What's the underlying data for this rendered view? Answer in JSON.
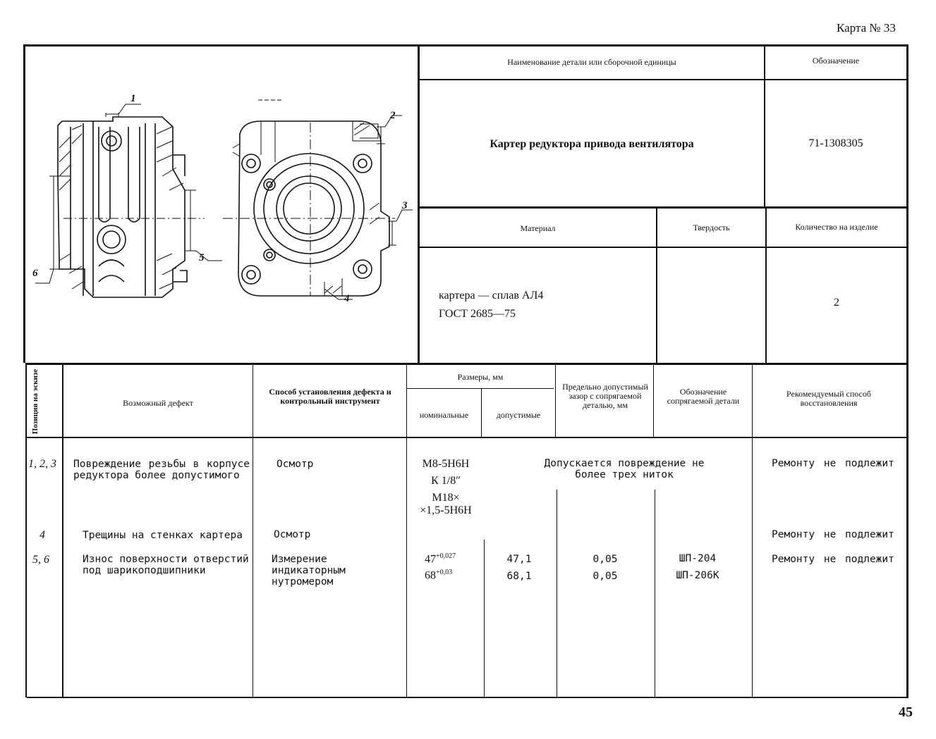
{
  "card_title": "Карта № 33",
  "page_number": "45",
  "header": {
    "name_label": "Наименование детали или сборочной единицы",
    "designation_label": "Обозначение",
    "part_name": "Картер редуктора привода вентилятора",
    "designation": "71-1308305",
    "material_label": "Материал",
    "hardness_label": "Твердость",
    "quantity_label": "Количество на изделие",
    "material_line1": "картера — сплав АЛ4",
    "material_line2": "ГОСТ 2685—75",
    "hardness": "",
    "quantity": "2"
  },
  "sketch_labels": [
    "1",
    "2",
    "3",
    "4",
    "5",
    "6"
  ],
  "table": {
    "col_position": "Позиция на эскизе",
    "col_defect": "Возможный дефект",
    "col_method": "Способ установления дефекта и контрольный инструмент",
    "col_sizes": "Размеры, мм",
    "col_nominal": "номинальные",
    "col_allowed": "допустимые",
    "col_clearance": "Предельно допустимый зазор с сопрягаемой деталью, мм",
    "col_mating": "Обозначение сопрягаемой детали",
    "col_recommend": "Рекомендуемый способ восстановления",
    "rows": [
      {
        "position": "1, 2, 3",
        "defect": "Повреждение резьбы в корпусе редуктора более допустимого",
        "method": "Осмотр",
        "nominal_1": "М8-5Н6Н",
        "nominal_2": "К 1/8″",
        "nominal_3": "М18×",
        "nominal_4": "×1,5-5Н6Н",
        "merged_note": "Допускается повреждение не более трех ниток",
        "recommend": "Ремонту не подлежит"
      },
      {
        "position": "4",
        "defect": "Трещины на стенках картера",
        "method": "Осмотр",
        "recommend": "Ремонту не подлежит"
      },
      {
        "position": "5, 6",
        "defect": "Износ поверхности отверстий под шарикоподшипники",
        "method": "Измерение индикаторным нутромером",
        "nominal_a": "47",
        "nominal_a_tol": "+0,027",
        "nominal_b": "68",
        "nominal_b_tol": "+0,03",
        "allowed_a": "47,1",
        "allowed_b": "68,1",
        "clearance_a": "0,05",
        "clearance_b": "0,05",
        "mating_a": "ШП-204",
        "mating_b": "ШП-206К",
        "recommend": "Ремонту не подлежит"
      }
    ]
  }
}
